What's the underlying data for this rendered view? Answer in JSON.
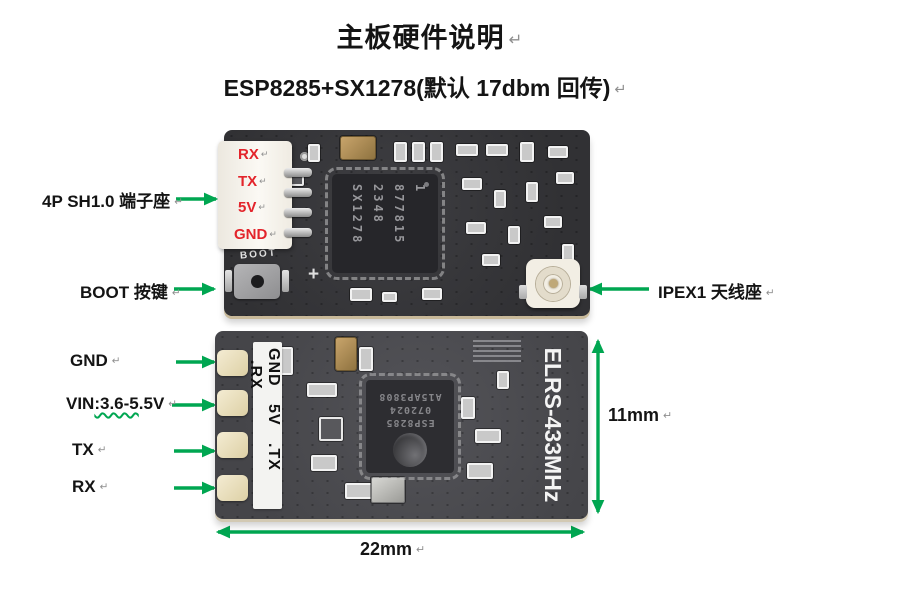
{
  "page": {
    "title": "主板硬件说明",
    "subtitle": "ESP8285+SX1278(默认 17dbm 回传)",
    "return_mark": "↵"
  },
  "colors": {
    "arrow_green": "#00a651",
    "pin_red": "#e3242b"
  },
  "top_board": {
    "labels": {
      "connector": "4P SH1.0 端子座",
      "boot": "BOOT 按键",
      "antenna": "IPEX1 天线座"
    },
    "connector_pins": [
      "RX",
      "TX",
      "5V",
      "GND"
    ],
    "boot_silkscreen": "BOOT",
    "plus_silkscreen": "+",
    "chip_marking_lines": [
      "SX1278",
      "2348",
      "877815",
      "1"
    ]
  },
  "bottom_board": {
    "pad_labels": {
      "gnd": "GND",
      "vin_prefix": "VIN",
      "vin_underlined": ":3.6-5",
      "vin_suffix": ".5V",
      "tx": "TX",
      "rx": "RX"
    },
    "silkscreen_pins": [
      "GND",
      "5V",
      ".TX",
      ".RX"
    ],
    "chip_marking_lines": [
      "ESP8285",
      "072024",
      "A15AP3808"
    ],
    "board_name": "ELRS-433MHz"
  },
  "dimensions": {
    "board_height": "11mm",
    "board_width": "22mm"
  }
}
